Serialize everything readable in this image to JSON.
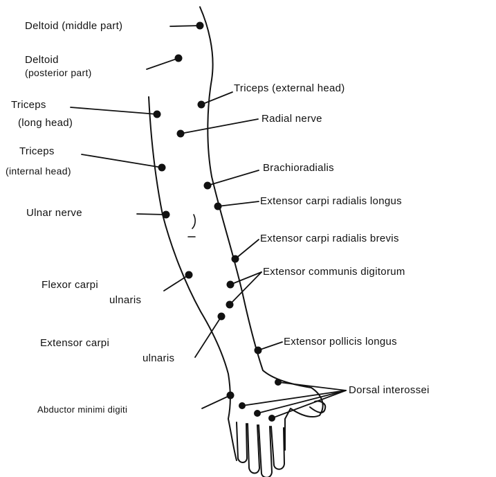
{
  "diagram": {
    "line_color": "#111111",
    "background": "#ffffff",
    "labels": {
      "deltoid_middle": "Deltoid (middle part)",
      "deltoid_posterior_1": "Deltoid",
      "deltoid_posterior_2": "(posterior part)",
      "triceps_long_1": "Triceps",
      "triceps_long_2": "(long head)",
      "triceps_internal_1": "Triceps",
      "triceps_internal_2": "(internal head)",
      "ulnar_nerve": "Ulnar nerve",
      "flexor_carpi_ulnaris_1": "Flexor carpi",
      "flexor_carpi_ulnaris_2": "ulnaris",
      "extensor_carpi_ulnaris_1": "Extensor carpi",
      "extensor_carpi_ulnaris_2": "ulnaris",
      "abductor_minimi_digiti": "Abductor minimi digiti",
      "triceps_external": "Triceps (external head)",
      "radial_nerve": "Radial nerve",
      "brachioradialis": "Brachioradialis",
      "ecr_longus": "Extensor carpi radialis longus",
      "ecr_brevis": "Extensor carpi radialis brevis",
      "extensor_communis": "Extensor communis digitorum",
      "extensor_pollicis": "Extensor pollicis longus",
      "dorsal_interossei": "Dorsal interossei"
    }
  }
}
